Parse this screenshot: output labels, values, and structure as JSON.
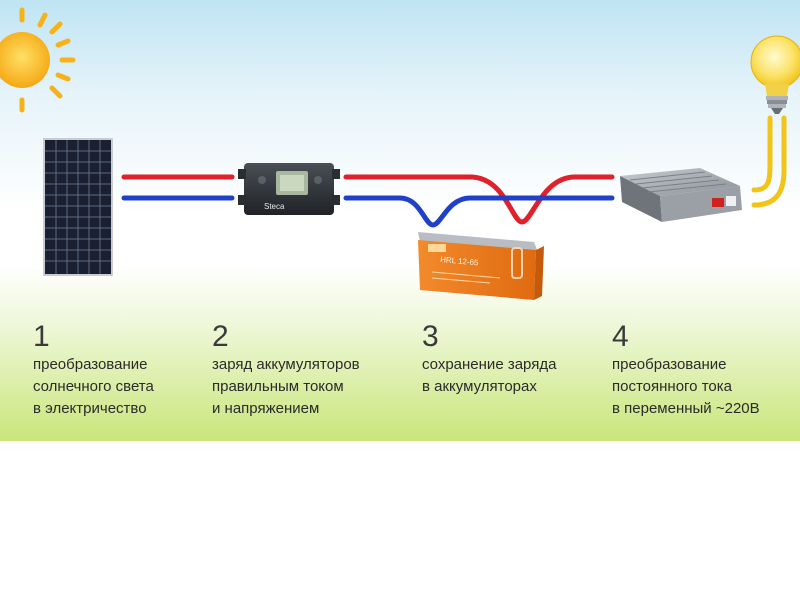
{
  "steps": [
    {
      "number": "1",
      "lines": [
        "преобразование",
        "солнечного света",
        "в электричество"
      ]
    },
    {
      "number": "2",
      "lines": [
        "заряд аккумуляторов",
        "правильным током",
        "и напряжением"
      ]
    },
    {
      "number": "3",
      "lines": [
        "сохранение заряда",
        "в аккумуляторах"
      ]
    },
    {
      "number": "4",
      "lines": [
        "преобразование",
        "постоянного тока",
        "в переменный ~220В"
      ]
    }
  ],
  "devices": {
    "controller_brand": "Steca",
    "battery_label": "HRL 12-65"
  },
  "icons": [
    "sun-icon",
    "solar-panel-icon",
    "charge-controller-icon",
    "battery-icon",
    "inverter-icon",
    "light-bulb-icon"
  ],
  "colors": {
    "wire_positive": "#e0202a",
    "wire_negative": "#2040c8",
    "wire_ac": "#f2c418",
    "battery_body": "#f07a1c",
    "sun": "#f7b21a"
  }
}
